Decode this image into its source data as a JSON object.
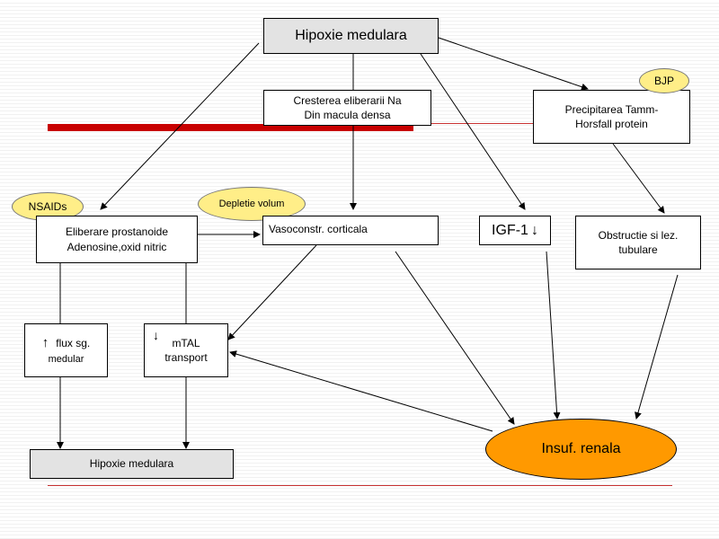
{
  "diagram": {
    "nodes": {
      "top": "Hipoxie medulara",
      "na_line1": "Cresterea eliberarii Na",
      "na_line2": "Din macula densa",
      "tamm_line1": "Precipitarea Tamm-",
      "tamm_line2": "Horsfall protein",
      "prost_line1": "Eliberare prostanoide",
      "prost_line2": "Adenosine,oxid nitric",
      "vaso": "Vasoconstr. corticala",
      "igf": "IGF-1",
      "igf_arrow": "↓",
      "obst_line1": "Obstructie si lez.",
      "obst_line2": "tubulare",
      "flux_arrow": "↑",
      "flux_label": "flux sg.",
      "flux_line2": "medular",
      "mtal_arrow": "↓",
      "mtal_line1": "mTAL",
      "mtal_line2": "transport",
      "bottom": "Hipoxie medulara",
      "renal": "Insuf. renala"
    },
    "tags": {
      "bjp": "BJP",
      "nsaids": "NSAIDs",
      "depletie": "Depletie volum"
    }
  },
  "colors": {
    "tag_fill": "#ffee88",
    "renal_fill": "#ff9900",
    "box_gray": "#e3e3e3",
    "red_bar": "#c80000",
    "red_line": "#c83232"
  }
}
